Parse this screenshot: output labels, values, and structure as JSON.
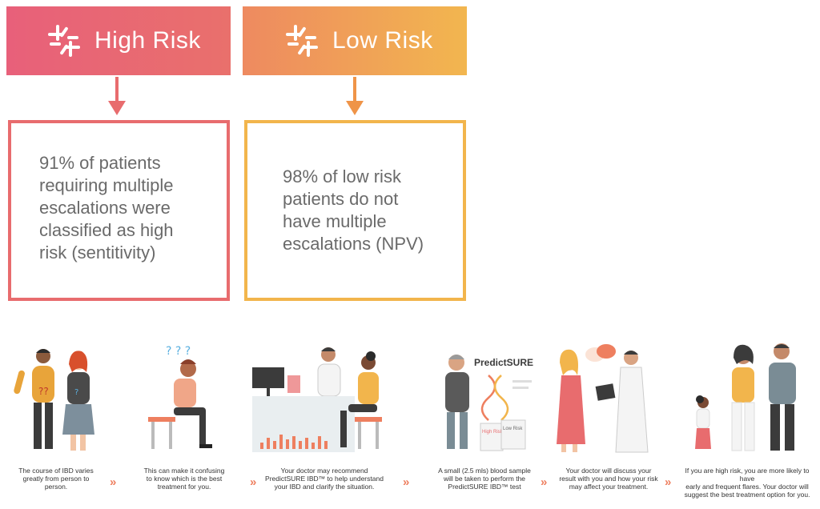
{
  "headers": {
    "high": {
      "label": "High Risk",
      "color": "#e8607a",
      "icon": "predictsure-logo-icon"
    },
    "low": {
      "label": "Low Risk",
      "color": "#f2b54c",
      "icon": "predictsure-logo-icon"
    }
  },
  "boxes": {
    "high": {
      "lines": [
        "91% of patients",
        "requiring multiple",
        "escalations were",
        "classified as high",
        "risk (sentitivity)"
      ]
    },
    "low": {
      "lines": [
        "98% of low risk",
        "patients do not",
        "have multiple",
        "escalations (NPV)"
      ]
    }
  },
  "steps": [
    {
      "caption_lines": [
        "The course of IBD varies",
        "greatly from person to",
        "person."
      ]
    },
    {
      "caption_lines": [
        "This can make it confusing",
        "to know which is the best",
        "treatment for you."
      ],
      "marks": "? ? ?"
    },
    {
      "caption_lines": [
        "Your doctor may recommend",
        "PredictSURE IBD™ to help understand",
        "your IBD and clarify the situation."
      ]
    },
    {
      "caption_lines": [
        "A small (2.5 mls) blood sample",
        "will be taken to perform the",
        "PredictSURE IBD™ test"
      ],
      "brand": "PredictSURE",
      "doc_high": "High Risk",
      "doc_low": "Low Risk"
    },
    {
      "caption_lines": [
        "Your doctor will discuss your",
        "result with you and how your risk",
        "may affect your treatment."
      ]
    },
    {
      "caption_lines": [
        "If you are high risk, you are more likely to have",
        "early and frequent flares.  Your doctor will",
        "suggest the best treatment option for you."
      ]
    }
  ],
  "chevron": "»",
  "colors": {
    "accent_orange": "#ee7f5f",
    "accent_pink": "#e86c6e",
    "accent_yellow": "#f2b54c",
    "text_gray": "#6a6a6a"
  }
}
